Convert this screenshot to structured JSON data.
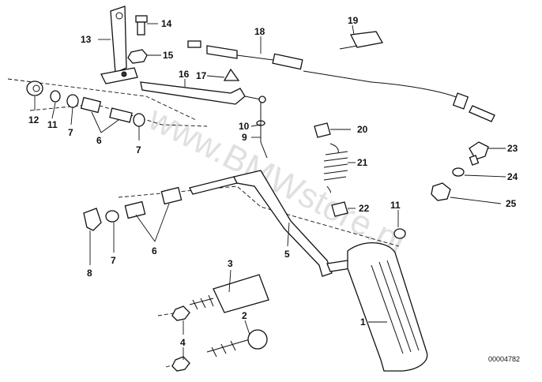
{
  "watermark": "www.BMWstore.pl",
  "reference_number": "00004782",
  "callouts": {
    "c1": "1",
    "c2": "2",
    "c3": "3",
    "c4": "4",
    "c5": "5",
    "c6a": "6",
    "c6b": "6",
    "c7a": "7",
    "c7b": "7",
    "c7c": "7",
    "c8": "8",
    "c9": "9",
    "c10": "10",
    "c11a": "11",
    "c11b": "11",
    "c12": "12",
    "c13": "13",
    "c14": "14",
    "c15": "15",
    "c16": "16",
    "c17": "17",
    "c18": "18",
    "c19": "19",
    "c20": "20",
    "c21": "21",
    "c22": "22",
    "c23": "23",
    "c24": "24",
    "c25": "25"
  }
}
